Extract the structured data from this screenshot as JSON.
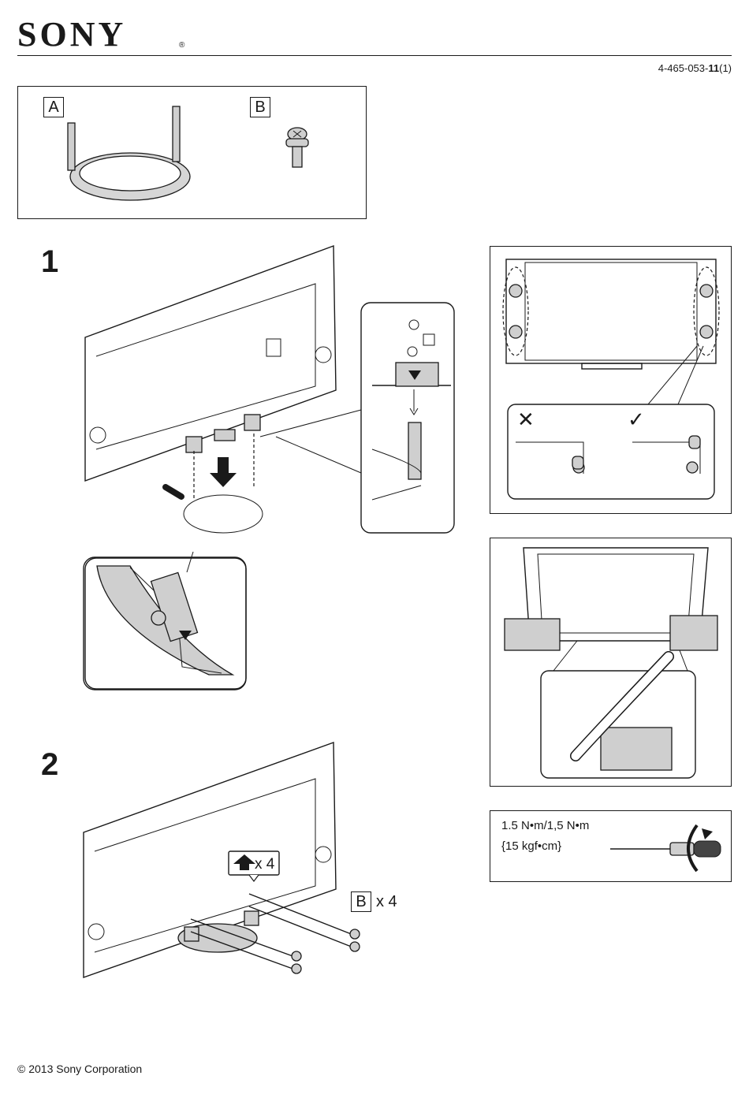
{
  "header": {
    "brand": "SONY",
    "registered_mark": "®",
    "doc_number_prefix": "4-465-053-",
    "doc_number_bold": "11",
    "doc_number_suffix": "(1)"
  },
  "parts": {
    "a_label": "A",
    "b_label": "B"
  },
  "steps": {
    "step1": "1",
    "step2": "2"
  },
  "step2": {
    "screw_count": "x 4",
    "part_label": "B",
    "part_count": "x 4"
  },
  "panels": {
    "wrong_mark": "✕",
    "right_mark": "✓"
  },
  "torque": {
    "line1": "1.5 N•m/1,5 N•m",
    "line2": "{15 kgf•cm}"
  },
  "footer": {
    "copyright": "© 2013 Sony Corporation"
  }
}
